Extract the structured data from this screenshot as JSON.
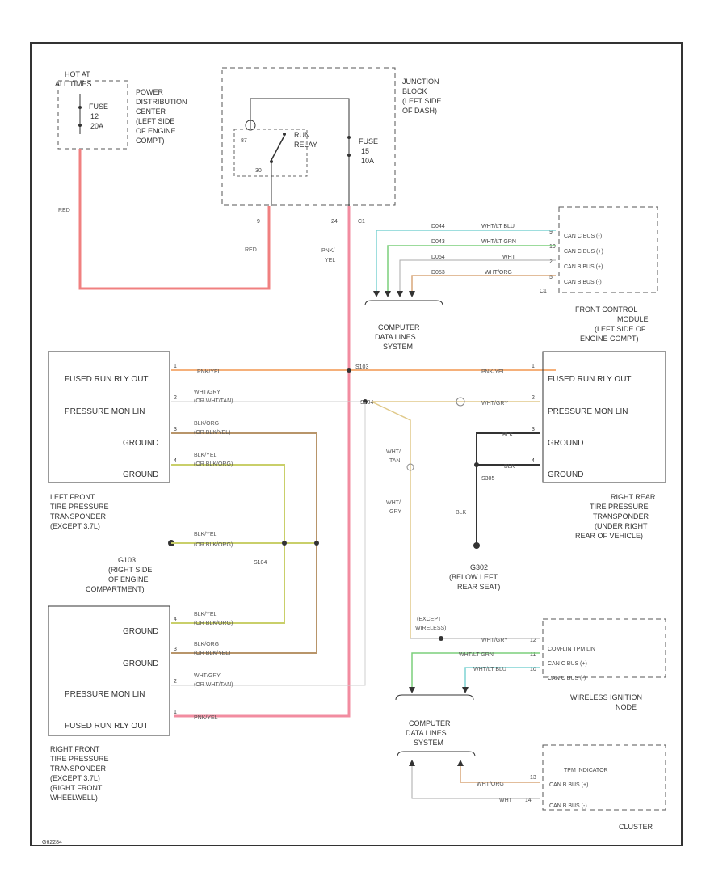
{
  "colors": {
    "red_wire": "#f08080",
    "pink_wire": "#f28ca0",
    "orange_wire": "#f5b07a",
    "tan_wire": "#d9c58a",
    "brown_wire": "#b8956a",
    "yellowgreen_wire": "#c9cf6a",
    "green_wire": "#7ccf7c",
    "cyan_wire": "#7fd3d3",
    "black_wire": "#333333",
    "grey_wire": "#cfcfcf"
  },
  "top": {
    "hot_at": "HOT AT",
    "all_times": "ALL TIMES",
    "fuse1": "FUSE",
    "fuse1_num": "12",
    "fuse1_amp": "20A",
    "pdc": [
      "POWER",
      "DISTRIBUTION",
      "CENTER",
      "(LEFT SIDE",
      "OF ENGINE",
      "COMPT)"
    ],
    "jb": [
      "JUNCTION",
      "BLOCK",
      "(LEFT SIDE",
      "OF DASH)"
    ],
    "relay": [
      "RUN",
      "RELAY"
    ],
    "relay_pin_87": "87",
    "relay_pin_30": "30",
    "fuse2": "FUSE",
    "fuse2_num": "15",
    "fuse2_amp": "10A",
    "pin_9": "9",
    "pin_24": "24",
    "c1": "C1",
    "red1": "RED",
    "red2": "RED",
    "pnk_yel": [
      "PNK/",
      "YEL"
    ]
  },
  "fcm": {
    "pins": [
      "CAN C BUS (-)",
      "CAN C BUS (+)",
      "CAN B BUS (+)",
      "CAN B BUS (-)"
    ],
    "wires": [
      "WHT/LT BLU",
      "WHT/LT GRN",
      "WHT",
      "WHT/ORG"
    ],
    "splices": [
      "D044",
      "D043",
      "D054",
      "D053"
    ],
    "pin_nums": [
      "9",
      "10",
      "2",
      "5"
    ],
    "c1": "C1",
    "label": [
      "FRONT CONTROL",
      "MODULE",
      "(LEFT SIDE OF",
      "ENGINE COMPT)"
    ]
  },
  "cdl1": [
    "COMPUTER",
    "DATA LINES",
    "SYSTEM"
  ],
  "lf": {
    "pins": [
      "FUSED RUN RLY OUT",
      "PRESSURE MON LIN",
      "GROUND",
      "GROUND"
    ],
    "pin_nums": [
      "1",
      "2",
      "3",
      "4"
    ],
    "wires": [
      "PNK/YEL",
      "WHT/GRY",
      "BLK/ORG",
      "BLK/YEL"
    ],
    "wires_sub": [
      "",
      "(OR WHT/TAN)",
      "(OR BLK/YEL)",
      "(OR BLK/ORG)"
    ],
    "label": [
      "LEFT FRONT",
      "TIRE PRESSURE",
      "TRANSPONDER",
      "(EXCEPT 3.7L)"
    ]
  },
  "rr": {
    "pins": [
      "FUSED RUN RLY OUT",
      "PRESSURE MON LIN",
      "GROUND",
      "GROUND"
    ],
    "pin_nums": [
      "1",
      "2",
      "3",
      "4"
    ],
    "wires": [
      "PNK/YEL",
      "WHT/GRY",
      "BLK",
      "BLK"
    ],
    "label": [
      "RIGHT REAR",
      "TIRE PRESSURE",
      "TRANSPONDER",
      "(UNDER RIGHT",
      "REAR OF VEHICLE)"
    ]
  },
  "splice_s103": "S103",
  "splice_s104": "S104",
  "splice_s305": "S305",
  "g103": {
    "name": "G103",
    "label": [
      "(RIGHT SIDE",
      "OF ENGINE",
      "COMPARTMENT)"
    ],
    "wire": "BLK/YEL",
    "wire_sub": "(OR BLK/ORG)"
  },
  "g302": {
    "name": "G302",
    "label": [
      "(BELOW LEFT",
      "REAR SEAT)"
    ],
    "wire": "BLK"
  },
  "mid_wires": {
    "wht_tan": [
      "WHT/",
      "TAN"
    ],
    "wht_gry": [
      "WHT/",
      "GRY"
    ]
  },
  "rf": {
    "pins": [
      "GROUND",
      "GROUND",
      "PRESSURE MON LIN",
      "FUSED RUN RLY OUT"
    ],
    "pin_nums": [
      "4",
      "3",
      "2",
      "1"
    ],
    "wires": [
      "BLK/YEL",
      "BLK/ORG",
      "WHT/GRY",
      "PNK/YEL"
    ],
    "wires_sub": [
      "(OR BLK/ORG)",
      "(OR BLK/YEL)",
      "(OR WHT/TAN)",
      ""
    ],
    "label": [
      "RIGHT FRONT",
      "TIRE PRESSURE",
      "TRANSPONDER",
      "(EXCEPT 3.7L)",
      "(RIGHT FRONT",
      "WHEELWELL)"
    ]
  },
  "win": {
    "except": [
      "(EXCEPT",
      "WIRELESS)"
    ],
    "pins": [
      "COM-LIN TPM LIN",
      "CAN C BUS (+)",
      "CAN C BUS (-)"
    ],
    "wires": [
      "WHT/GRY",
      "WHT/LT GRN",
      "WHT/LT BLU"
    ],
    "pin_nums": [
      "12",
      "11",
      "10"
    ],
    "label": [
      "WIRELESS IGNITION",
      "NODE"
    ]
  },
  "cdl2": [
    "COMPUTER",
    "DATA LINES",
    "SYSTEM"
  ],
  "cluster": {
    "pins": [
      "TPM INDICATOR",
      "CAN B BUS (+)",
      "CAN B BUS (-)"
    ],
    "wires": [
      "WHT/ORG",
      "WHT"
    ],
    "pin_nums": [
      "13",
      "14"
    ],
    "label": "CLUSTER"
  },
  "footer_code": "G62284"
}
